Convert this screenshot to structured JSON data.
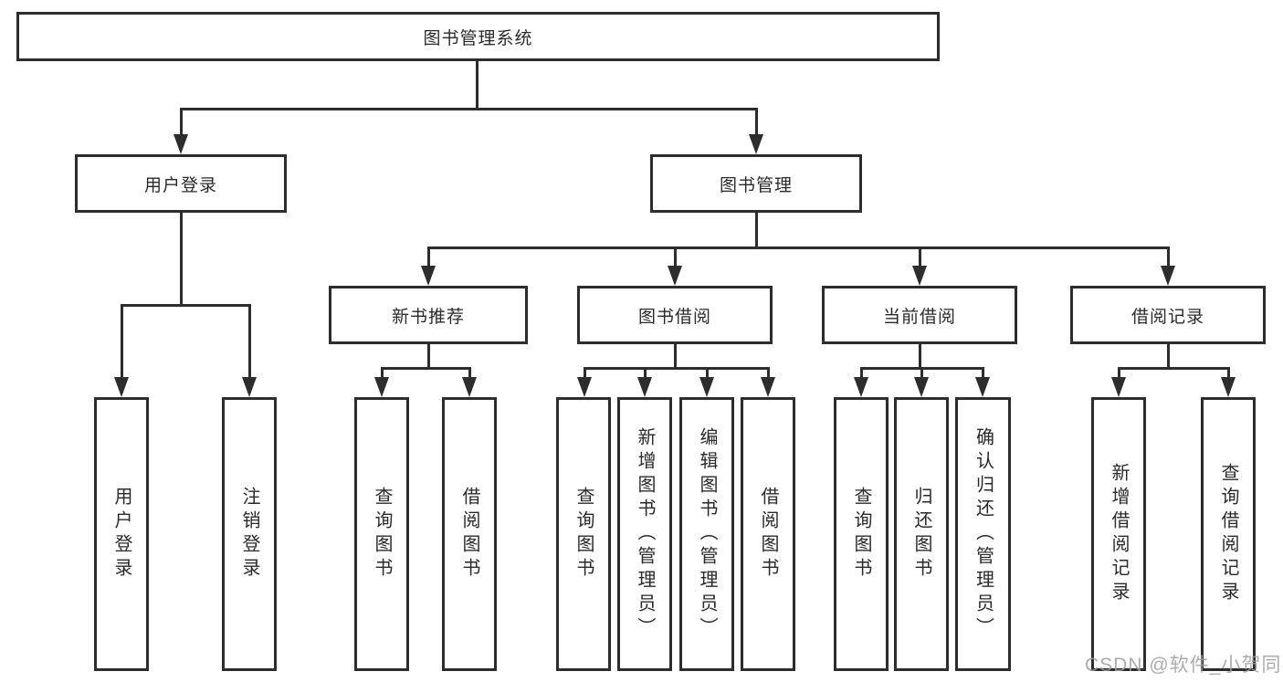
{
  "diagram": {
    "root": {
      "label": "图书管理系统"
    },
    "level2": [
      {
        "label": "用户登录"
      },
      {
        "label": "图书管理"
      }
    ],
    "level3": [
      {
        "label": "新书推荐"
      },
      {
        "label": "图书借阅"
      },
      {
        "label": "当前借阅"
      },
      {
        "label": "借阅记录"
      }
    ],
    "leaves": [
      {
        "label": "用户登录"
      },
      {
        "label": "注销登录"
      },
      {
        "label": "查询图书"
      },
      {
        "label": "借阅图书"
      },
      {
        "label": "查询图书"
      },
      {
        "label": "新增图书（管理员）"
      },
      {
        "label": "编辑图书（管理员）"
      },
      {
        "label": "借阅图书"
      },
      {
        "label": "查询图书"
      },
      {
        "label": "归还图书"
      },
      {
        "label": "确认归还（管理员）"
      },
      {
        "label": "新增借阅记录"
      },
      {
        "label": "查询借阅记录"
      }
    ],
    "watermark": "CSDN @软件_小贺同学",
    "colors": {
      "line": "#2d2d2d",
      "text": "#2a2a2a",
      "watermark": "#9e9e9e",
      "background": "#ffffff"
    }
  }
}
